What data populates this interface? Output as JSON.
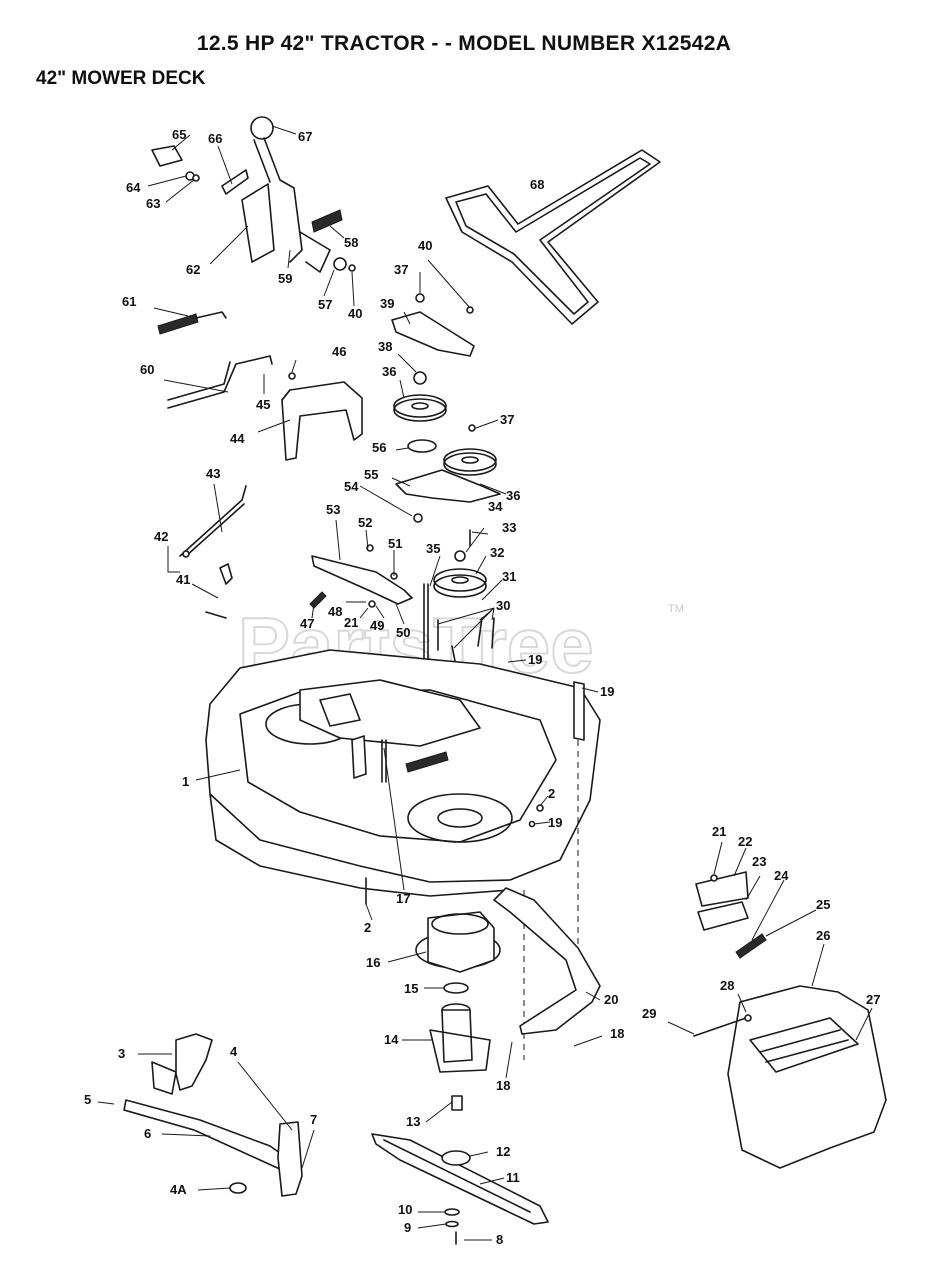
{
  "title": "12.5 HP 42\" TRACTOR - - MODEL NUMBER X12542A",
  "section": "42\" MOWER DECK",
  "watermark": {
    "text": "PartsTree",
    "trademark": "TM"
  },
  "callouts": [
    "1",
    "2",
    "2",
    "3",
    "4",
    "4A",
    "5",
    "6",
    "7",
    "8",
    "9",
    "10",
    "11",
    "12",
    "13",
    "14",
    "15",
    "16",
    "17",
    "18",
    "18",
    "19",
    "19",
    "19",
    "20",
    "21",
    "21",
    "22",
    "23",
    "24",
    "25",
    "26",
    "27",
    "28",
    "29",
    "30",
    "31",
    "32",
    "33",
    "34",
    "35",
    "36",
    "36",
    "37",
    "37",
    "38",
    "39",
    "40",
    "40",
    "41",
    "42",
    "43",
    "44",
    "45",
    "46",
    "47",
    "48",
    "49",
    "50",
    "51",
    "52",
    "53",
    "54",
    "55",
    "56",
    "57",
    "58",
    "59",
    "60",
    "61",
    "62",
    "63",
    "64",
    "65",
    "66",
    "67",
    "68"
  ]
}
